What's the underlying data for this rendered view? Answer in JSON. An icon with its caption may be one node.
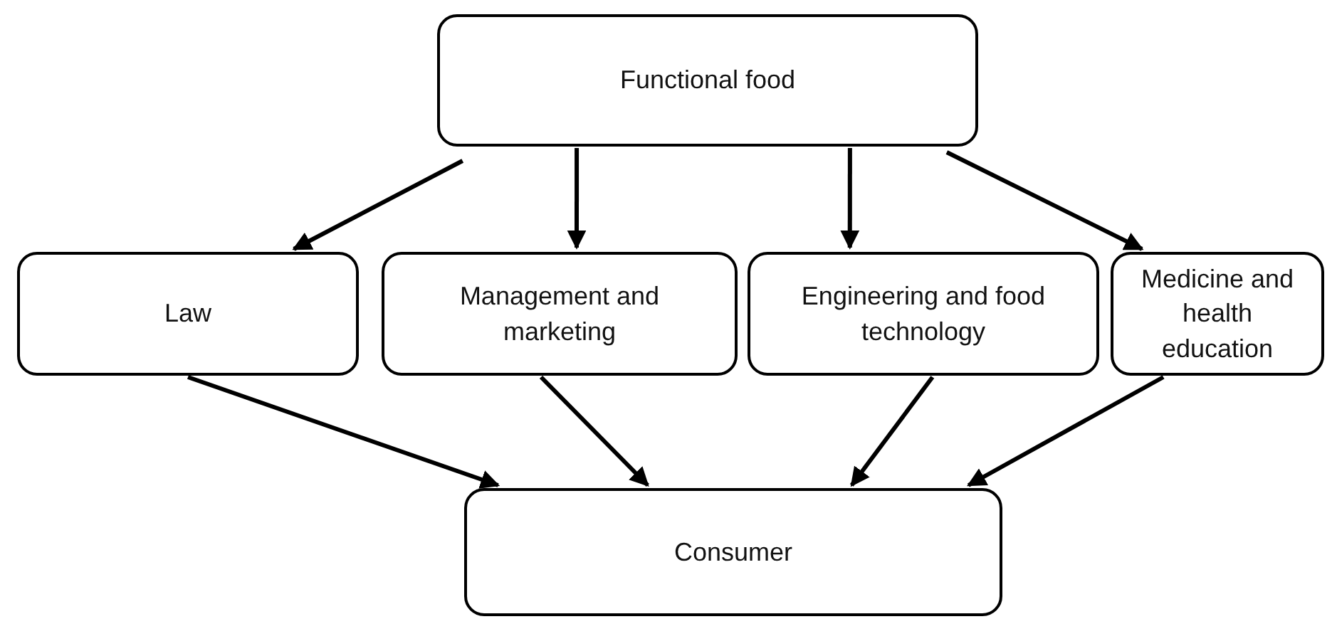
{
  "diagram": {
    "nodes": [
      {
        "text": [
          "Functional food"
        ]
      },
      {
        "text": [
          "Law"
        ]
      },
      {
        "text": [
          "Management and marketing"
        ]
      },
      {
        "text": [
          "Engineering and food technology"
        ]
      },
      {
        "text": [
          "Medicine and health education"
        ]
      },
      {
        "text": [
          "Consumer"
        ]
      }
    ],
    "edges": [
      {
        "from": 0,
        "to": 1,
        "arrow": "to"
      },
      {
        "from": 0,
        "to": 2,
        "arrow": "to"
      },
      {
        "from": 0,
        "to": 3,
        "arrow": "to"
      },
      {
        "from": 0,
        "to": 4,
        "arrow": "to"
      },
      {
        "from": 1,
        "to": 5,
        "arrow": "to"
      },
      {
        "from": 2,
        "to": 5,
        "arrow": "to"
      },
      {
        "from": 3,
        "to": 5,
        "arrow": "to"
      },
      {
        "from": 4,
        "to": 5,
        "arrow": "to"
      }
    ]
  }
}
